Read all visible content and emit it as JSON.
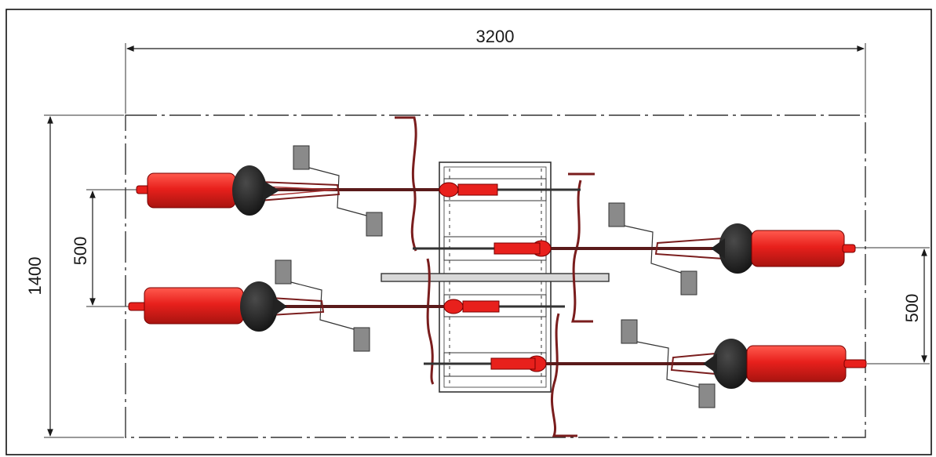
{
  "dimensions": {
    "overall_length": "3200",
    "overall_width": "1400",
    "left_spacing": "500",
    "right_spacing": "500"
  },
  "colors": {
    "bike_red": "#e8201c",
    "bike_dark_red": "#a11414",
    "seat_black": "#111111",
    "frame_maroon": "#7a1d1d",
    "line": "#1a1a1a",
    "gray_block": "#8a8a8a"
  }
}
